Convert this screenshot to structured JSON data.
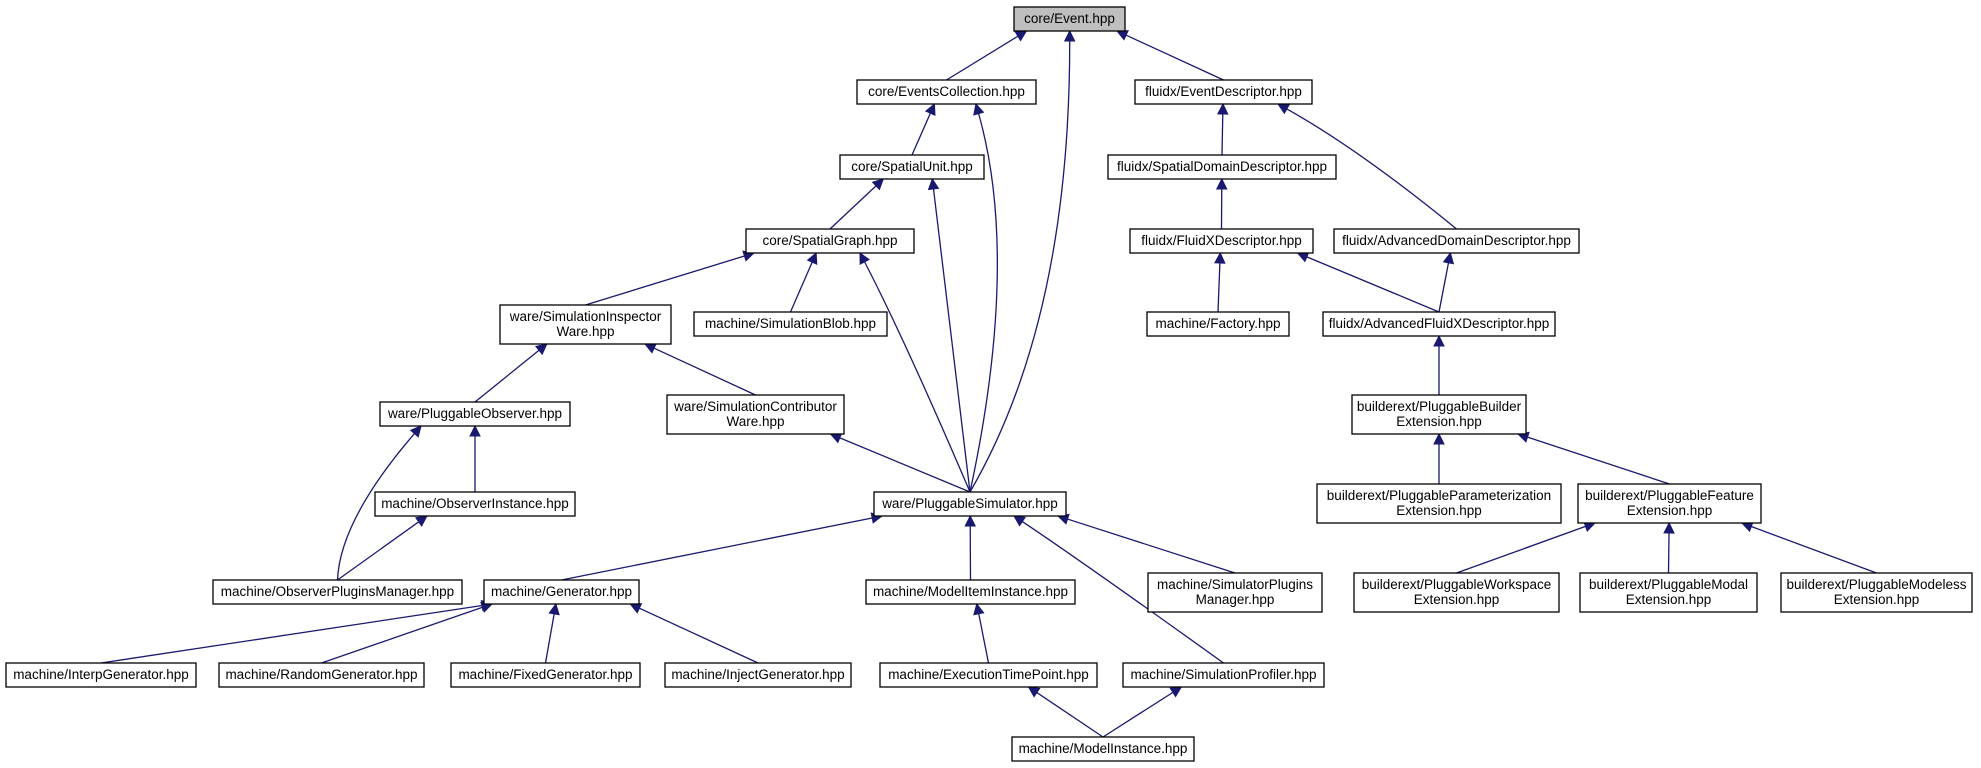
{
  "diagram": {
    "type": "include-dependency-graph",
    "colors": {
      "edge": "#191970",
      "node_border": "#000000",
      "root_fill": "#bfbfbf",
      "node_fill": "#ffffff"
    },
    "nodes": [
      {
        "id": "event",
        "lines": [
          "core/Event.hpp"
        ],
        "root": true
      },
      {
        "id": "events_collection",
        "lines": [
          "core/EventsCollection.hpp"
        ]
      },
      {
        "id": "event_descriptor",
        "lines": [
          "fluidx/EventDescriptor.hpp"
        ]
      },
      {
        "id": "spatial_unit",
        "lines": [
          "core/SpatialUnit.hpp"
        ]
      },
      {
        "id": "spatial_domain_descriptor",
        "lines": [
          "fluidx/SpatialDomainDescriptor.hpp"
        ]
      },
      {
        "id": "spatial_graph",
        "lines": [
          "core/SpatialGraph.hpp"
        ]
      },
      {
        "id": "fluidx_descriptor",
        "lines": [
          "fluidx/FluidXDescriptor.hpp"
        ]
      },
      {
        "id": "advanced_domain_descriptor",
        "lines": [
          "fluidx/AdvancedDomainDescriptor.hpp"
        ]
      },
      {
        "id": "simulation_inspector_ware",
        "lines": [
          "ware/SimulationInspector",
          "Ware.hpp"
        ]
      },
      {
        "id": "simulation_blob",
        "lines": [
          "machine/SimulationBlob.hpp"
        ]
      },
      {
        "id": "factory",
        "lines": [
          "machine/Factory.hpp"
        ]
      },
      {
        "id": "advanced_fluidx_descriptor",
        "lines": [
          "fluidx/AdvancedFluidXDescriptor.hpp"
        ]
      },
      {
        "id": "pluggable_observer",
        "lines": [
          "ware/PluggableObserver.hpp"
        ]
      },
      {
        "id": "simulation_contributor_ware",
        "lines": [
          "ware/SimulationContributor",
          "Ware.hpp"
        ]
      },
      {
        "id": "pluggable_builder_extension",
        "lines": [
          "builderext/PluggableBuilder",
          "Extension.hpp"
        ]
      },
      {
        "id": "observer_instance",
        "lines": [
          "machine/ObserverInstance.hpp"
        ]
      },
      {
        "id": "pluggable_simulator",
        "lines": [
          "ware/PluggableSimulator.hpp"
        ]
      },
      {
        "id": "pluggable_parameterization_extension",
        "lines": [
          "builderext/PluggableParameterization",
          "Extension.hpp"
        ]
      },
      {
        "id": "pluggable_feature_extension",
        "lines": [
          "builderext/PluggableFeature",
          "Extension.hpp"
        ]
      },
      {
        "id": "observer_plugins_manager",
        "lines": [
          "machine/ObserverPluginsManager.hpp"
        ]
      },
      {
        "id": "generator",
        "lines": [
          "machine/Generator.hpp"
        ]
      },
      {
        "id": "model_item_instance",
        "lines": [
          "machine/ModelItemInstance.hpp"
        ]
      },
      {
        "id": "simulator_plugins_manager",
        "lines": [
          "machine/SimulatorPlugins",
          "Manager.hpp"
        ]
      },
      {
        "id": "pluggable_workspace_extension",
        "lines": [
          "builderext/PluggableWorkspace",
          "Extension.hpp"
        ]
      },
      {
        "id": "pluggable_modal_extension",
        "lines": [
          "builderext/PluggableModal",
          "Extension.hpp"
        ]
      },
      {
        "id": "pluggable_modeless_extension",
        "lines": [
          "builderext/PluggableModeless",
          "Extension.hpp"
        ]
      },
      {
        "id": "interp_generator",
        "lines": [
          "machine/InterpGenerator.hpp"
        ]
      },
      {
        "id": "random_generator",
        "lines": [
          "machine/RandomGenerator.hpp"
        ]
      },
      {
        "id": "fixed_generator",
        "lines": [
          "machine/FixedGenerator.hpp"
        ]
      },
      {
        "id": "inject_generator",
        "lines": [
          "machine/InjectGenerator.hpp"
        ]
      },
      {
        "id": "execution_time_point",
        "lines": [
          "machine/ExecutionTimePoint.hpp"
        ]
      },
      {
        "id": "simulation_profiler",
        "lines": [
          "machine/SimulationProfiler.hpp"
        ]
      },
      {
        "id": "model_instance",
        "lines": [
          "machine/ModelInstance.hpp"
        ]
      }
    ],
    "edges": [
      {
        "from": "events_collection",
        "to": "event"
      },
      {
        "from": "pluggable_simulator",
        "to": "event"
      },
      {
        "from": "event_descriptor",
        "to": "event"
      },
      {
        "from": "spatial_unit",
        "to": "events_collection"
      },
      {
        "from": "pluggable_simulator",
        "to": "events_collection"
      },
      {
        "from": "spatial_graph",
        "to": "spatial_unit"
      },
      {
        "from": "pluggable_simulator",
        "to": "spatial_unit"
      },
      {
        "from": "spatial_domain_descriptor",
        "to": "event_descriptor"
      },
      {
        "from": "advanced_domain_descriptor",
        "to": "event_descriptor"
      },
      {
        "from": "fluidx_descriptor",
        "to": "spatial_domain_descriptor"
      },
      {
        "from": "simulation_inspector_ware",
        "to": "spatial_graph"
      },
      {
        "from": "simulation_blob",
        "to": "spatial_graph"
      },
      {
        "from": "pluggable_simulator",
        "to": "spatial_graph"
      },
      {
        "from": "factory",
        "to": "fluidx_descriptor"
      },
      {
        "from": "advanced_fluidx_descriptor",
        "to": "fluidx_descriptor"
      },
      {
        "from": "advanced_fluidx_descriptor",
        "to": "advanced_domain_descriptor"
      },
      {
        "from": "pluggable_observer",
        "to": "simulation_inspector_ware"
      },
      {
        "from": "simulation_contributor_ware",
        "to": "simulation_inspector_ware"
      },
      {
        "from": "pluggable_builder_extension",
        "to": "advanced_fluidx_descriptor"
      },
      {
        "from": "observer_instance",
        "to": "pluggable_observer"
      },
      {
        "from": "observer_plugins_manager",
        "to": "pluggable_observer"
      },
      {
        "from": "pluggable_simulator",
        "to": "simulation_contributor_ware"
      },
      {
        "from": "pluggable_parameterization_extension",
        "to": "pluggable_builder_extension"
      },
      {
        "from": "pluggable_feature_extension",
        "to": "pluggable_builder_extension"
      },
      {
        "from": "observer_plugins_manager",
        "to": "observer_instance"
      },
      {
        "from": "generator",
        "to": "pluggable_simulator"
      },
      {
        "from": "model_item_instance",
        "to": "pluggable_simulator"
      },
      {
        "from": "simulator_plugins_manager",
        "to": "pluggable_simulator"
      },
      {
        "from": "simulation_profiler",
        "to": "pluggable_simulator"
      },
      {
        "from": "pluggable_workspace_extension",
        "to": "pluggable_feature_extension"
      },
      {
        "from": "pluggable_modal_extension",
        "to": "pluggable_feature_extension"
      },
      {
        "from": "pluggable_modeless_extension",
        "to": "pluggable_feature_extension"
      },
      {
        "from": "interp_generator",
        "to": "generator"
      },
      {
        "from": "random_generator",
        "to": "generator"
      },
      {
        "from": "fixed_generator",
        "to": "generator"
      },
      {
        "from": "inject_generator",
        "to": "generator"
      },
      {
        "from": "execution_time_point",
        "to": "model_item_instance"
      },
      {
        "from": "model_instance",
        "to": "execution_time_point"
      },
      {
        "from": "model_instance",
        "to": "simulation_profiler"
      }
    ]
  }
}
